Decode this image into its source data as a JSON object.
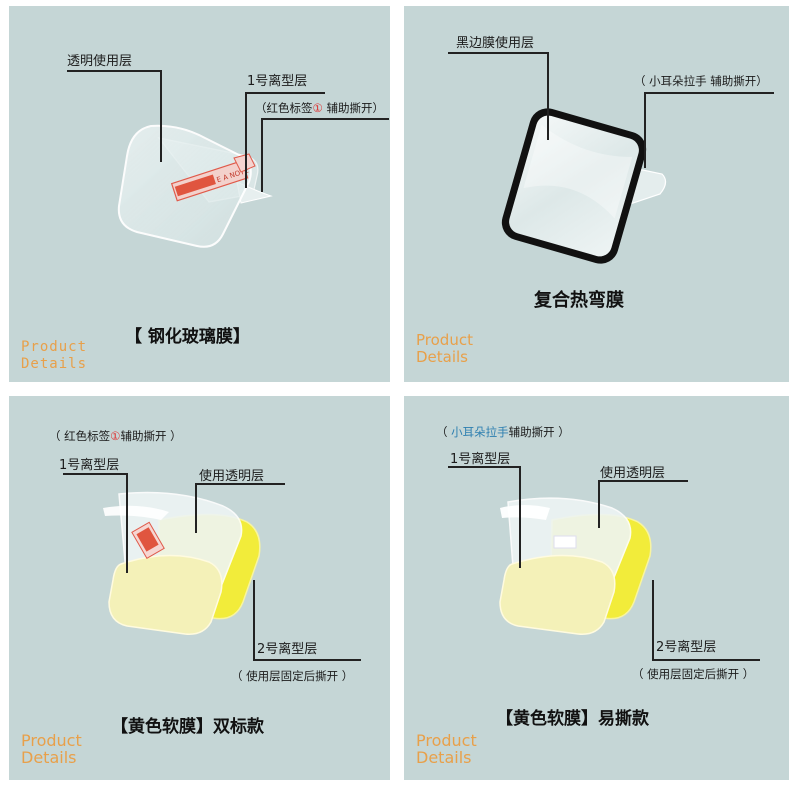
{
  "panels": {
    "glass": {
      "labels": {
        "surface": "透明使用层",
        "release1": "1号离型层",
        "hint_open": "（红色标签",
        "hint_num": "①",
        "hint_close": " 辅助撕开）"
      },
      "title": "【 钢化玻璃膜】",
      "tag_line1": "Product",
      "tag_line2": "Details",
      "stamp": "E  A NOTE"
    },
    "composite": {
      "labels": {
        "edge": "黑边膜使用层",
        "tab_hint": "（ 小耳朵拉手  辅助撕开）"
      },
      "title": "复合热弯膜",
      "tag_line1": "Product",
      "tag_line2": "Details"
    },
    "soft_dual": {
      "labels": {
        "hint_open": "（ 红色标签",
        "hint_num": "①",
        "hint_close": "辅助撕开 ）",
        "release1": "1号离型层",
        "surface": "使用透明层",
        "release2": "2号离型层",
        "release2_note": "（ 使用层固定后撕开 ）"
      },
      "title": "【黄色软膜】双标款",
      "tag_line1": "Product",
      "tag_line2": "Details"
    },
    "soft_easy": {
      "labels": {
        "hint_open": "（ ",
        "hint_tab": "小耳朵拉手",
        "hint_close": "辅助撕开 ）",
        "release1": "1号离型层",
        "surface": "使用透明层",
        "release2": "2号离型层",
        "release2_note": "（ 使用层固定后撕开 ）"
      },
      "title": "【黄色软膜】易撕款",
      "tag_line1": "Product",
      "tag_line2": "Details"
    }
  },
  "colors": {
    "panel_bg": "#c5d6d6",
    "accent_orange": "#e8a04a",
    "label_red": "#e03030",
    "label_blue": "#2d7fb0",
    "film_yellow": "#f2ec3a"
  }
}
